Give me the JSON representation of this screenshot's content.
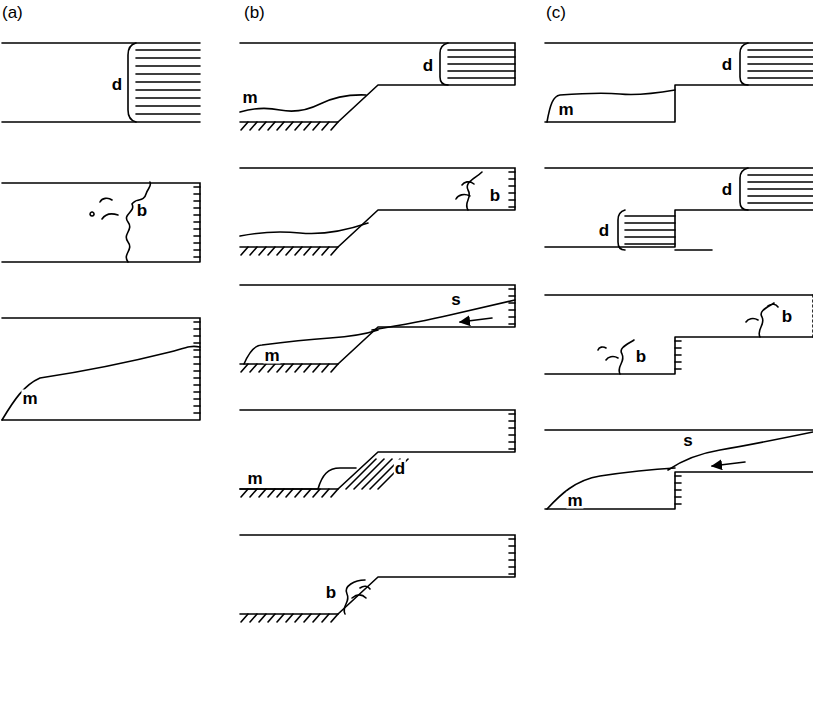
{
  "diagram": {
    "labels": [
      "(a)",
      "(b)",
      "(c)",
      "d",
      "b",
      "m",
      "d",
      "m",
      "b",
      "s",
      "m",
      "m",
      "d",
      "b",
      "d",
      "m",
      "d",
      "d",
      "b",
      "b",
      "s",
      "m"
    ]
  }
}
